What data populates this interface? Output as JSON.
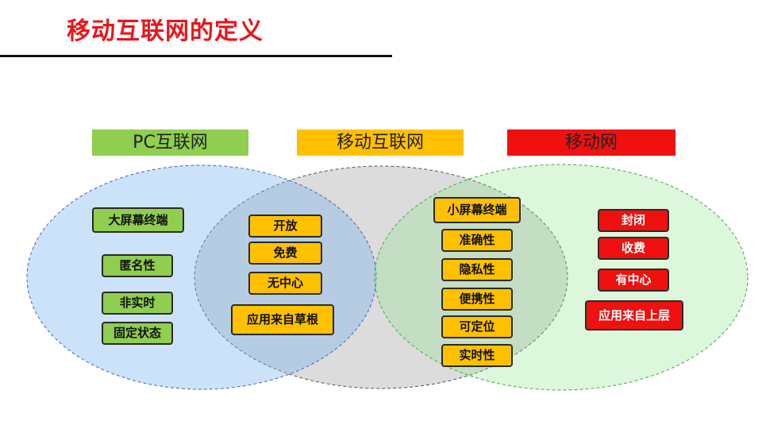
{
  "title": "移动互联网的定义",
  "headers": {
    "pc": "PC互联网",
    "mobile_internet": "移动互联网",
    "mobile_network": "移动网"
  },
  "pc_only": [
    "大屏幕终端",
    "匿名性",
    "非实时",
    "固定状态"
  ],
  "pc_and_mobile_internet": [
    "开放",
    "免费",
    "无中心",
    "应用来自草根"
  ],
  "mobile_internet_and_network": [
    "小屏幕终端",
    "准确性",
    "隐私性",
    "便携性",
    "可定位",
    "实时性"
  ],
  "mobile_network_only": [
    "封闭",
    "收费",
    "有中心",
    "应用来自上层"
  ],
  "colors": {
    "title": "#e8161c",
    "pc": "#8fce4f",
    "mobile_internet": "#ffc000",
    "mobile_network": "#f01010"
  }
}
